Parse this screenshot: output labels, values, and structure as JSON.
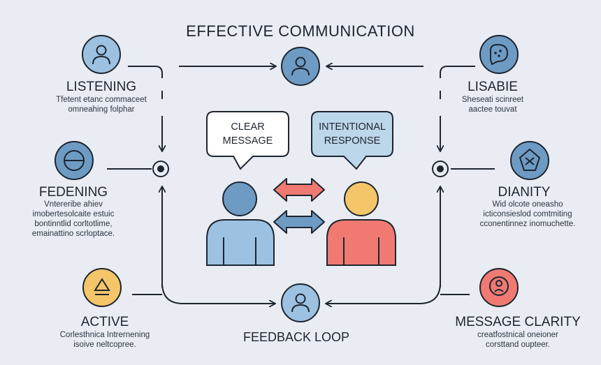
{
  "title": "EFFECTIVE COMMUNICATION",
  "colors": {
    "background": "#e9edf3",
    "blue": "#9dc1e0",
    "blue_dark": "#6e9bc4",
    "red": "#f07a72",
    "yellow": "#f5c569",
    "outline": "#1d2530"
  },
  "nodes": {
    "listening": {
      "label": "LISTENING",
      "desc": [
        "Tfetent etanc commaceet",
        "omneahing folphar"
      ],
      "icon": "person-icon"
    },
    "fedening": {
      "label": "FEDENING",
      "desc": [
        "Vntereribe ahiev",
        "imobertesolcaite estuic",
        "bontinntlid corltotlime,",
        "emainattino scrloptace."
      ],
      "icon": "minus-circle-icon"
    },
    "active": {
      "label": "ACTIVE",
      "desc": [
        "Corlesthnica Intrernening",
        "isoive neltcopree."
      ],
      "icon": "alert-triangle-icon"
    },
    "lisabie": {
      "label": "LISABIE",
      "desc": [
        "Sheseati scinreet",
        "aactee touvat"
      ],
      "icon": "chat-bubble-icon"
    },
    "dianity": {
      "label": "DIANITY",
      "desc": [
        "Wid olcote oneasho",
        "icticonsieslod comtmiting",
        "cconentinnez inomuchette."
      ],
      "icon": "diamond-arrows-icon"
    },
    "message_clarity": {
      "label": "MESSAGE CLARITY",
      "desc": [
        "creatfostnical oneioner",
        "corsttand oupteer."
      ],
      "icon": "person-alert-icon"
    }
  },
  "bubbles": {
    "left": [
      "CLEAR",
      "MESSAGE"
    ],
    "right": [
      "INTENTIONAL",
      "RESPONSE"
    ]
  },
  "footer": "FEEDBACK LOOP"
}
